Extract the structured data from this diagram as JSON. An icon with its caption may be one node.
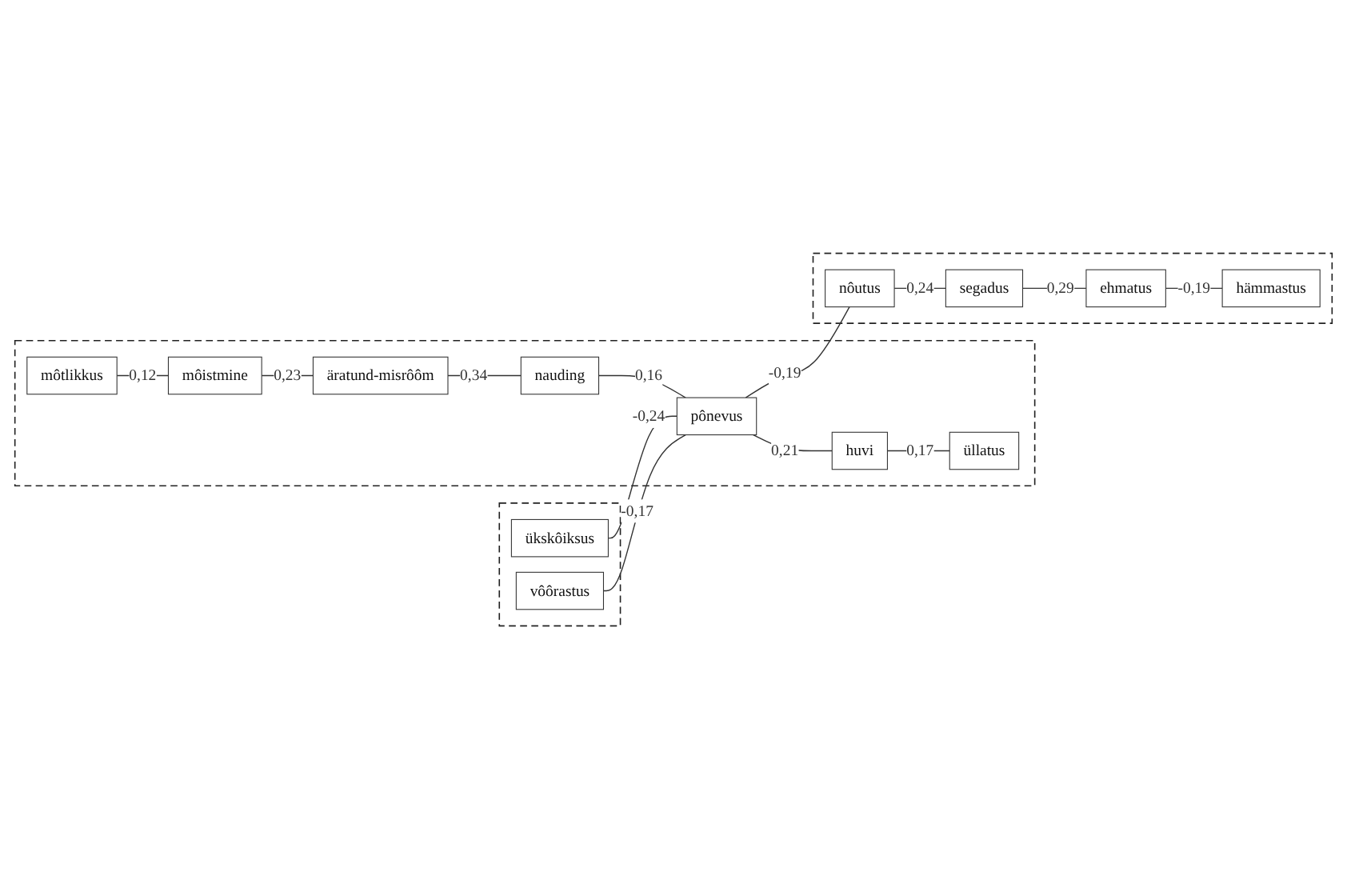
{
  "diagram": {
    "nodes": [
      {
        "text": [],
        "shape": "box"
      },
      {
        "text": [
          "ükskôiksus"
        ],
        "in": 0
      },
      {
        "text": [
          "vôôrastus"
        ],
        "in": 0
      },
      {
        "text": [],
        "shape": "box"
      },
      {
        "text": [
          "môtlikkus"
        ],
        "in": 3
      },
      {
        "text": [
          "môistmine"
        ],
        "in": 3
      },
      {
        "text": [
          "äratund-misrôôm"
        ],
        "in": 3
      },
      {
        "text": [
          "nauding"
        ],
        "in": 3
      },
      {
        "text": [
          "pônevus"
        ],
        "in": 3
      },
      {
        "text": [
          "huvi"
        ],
        "in": 3
      },
      {
        "text": [
          "üllatus"
        ],
        "in": 3
      },
      {
        "text": [],
        "shape": "box"
      },
      {
        "text": [
          "nôutus"
        ],
        "in": 11
      },
      {
        "text": [
          "segadus"
        ],
        "in": 11
      },
      {
        "text": [
          "ehmatus"
        ],
        "in": 11
      },
      {
        "text": [
          "hämmastus"
        ],
        "in": 11
      }
    ],
    "edges": [
      {
        "from": 4,
        "to": 5,
        "arrow": "none",
        "label": "0,12"
      },
      {
        "from": 5,
        "to": 6,
        "arrow": "none",
        "label": "0,23"
      },
      {
        "from": 6,
        "to": 7,
        "arrow": "none",
        "label": "0,34"
      },
      {
        "from": 7,
        "to": 8,
        "arrow": "none",
        "label": "0,16"
      },
      {
        "from": 8,
        "to": 9,
        "arrow": "none",
        "label": "0,21"
      },
      {
        "from": 9,
        "to": 10,
        "arrow": "none",
        "label": "0,17"
      },
      {
        "from": 1,
        "to": 8,
        "arrow": "none",
        "label": "-0,24"
      },
      {
        "from": 2,
        "to": 8,
        "arrow": "none",
        "label": "-0,17"
      },
      {
        "from": 8,
        "to": 12,
        "arrow": "none",
        "label": "-0,19"
      },
      {
        "from": 12,
        "to": 13,
        "arrow": "none",
        "label": "0,24"
      },
      {
        "from": 13,
        "to": 14,
        "arrow": "none",
        "label": "0,29"
      },
      {
        "from": 14,
        "to": 15,
        "arrow": "none",
        "label": "-0,19"
      }
    ]
  }
}
